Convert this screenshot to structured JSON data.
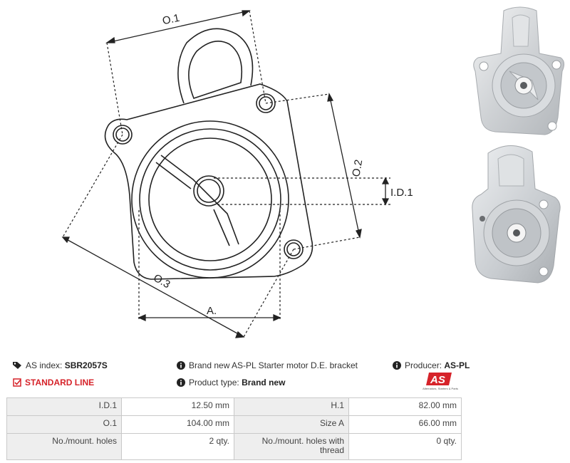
{
  "drawing": {
    "labels": {
      "o1": "O.1",
      "o2": "O.2",
      "o3": "O.3",
      "id1": "I.D.1",
      "a": "A."
    }
  },
  "info": {
    "index_label": "AS index:",
    "index_value": "SBR2057S",
    "line": "STANDARD LINE",
    "description": "Brand new AS-PL Starter motor D.E. bracket",
    "type_label": "Product type:",
    "type_value": "Brand new",
    "producer_label": "Producer:",
    "producer_value": "AS-PL"
  },
  "logo": {
    "mark": "AS",
    "tagline": "Alternators, Starters & Parts"
  },
  "specs": [
    {
      "label1": "I.D.1",
      "value1": "12.50 mm",
      "label2": "H.1",
      "value2": "82.00 mm"
    },
    {
      "label1": "O.1",
      "value1": "104.00 mm",
      "label2": "Size A",
      "value2": "66.00 mm"
    },
    {
      "label1": "No./mount. holes",
      "value1": "2 qty.",
      "label2": "No./mount. holes with thread",
      "value2": "0 qty."
    }
  ],
  "colors": {
    "accent_red": "#d6232a",
    "label_bg": "#eeeeee",
    "border": "#c9c9c9"
  }
}
